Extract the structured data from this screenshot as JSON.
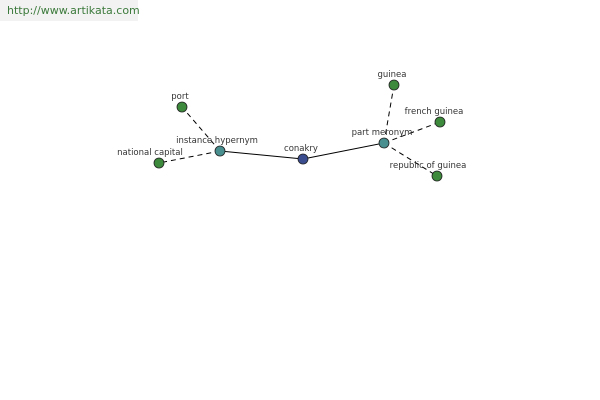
{
  "header": {
    "url": "http://www.artikata.com"
  },
  "graph": {
    "center": {
      "label": "conakry",
      "color": "#3b4d8f"
    },
    "relations": [
      {
        "label": "instance hypernym",
        "color": "#4a8f8f"
      },
      {
        "label": "part meronym",
        "color": "#4a8f8f"
      }
    ],
    "leaves": [
      {
        "label": "port",
        "color": "#3d8a3d"
      },
      {
        "label": "national capital",
        "color": "#3d8a3d"
      },
      {
        "label": "guinea",
        "color": "#3d8a3d"
      },
      {
        "label": "french guinea",
        "color": "#3d8a3d"
      },
      {
        "label": "republic of guinea",
        "color": "#3d8a3d"
      }
    ]
  }
}
